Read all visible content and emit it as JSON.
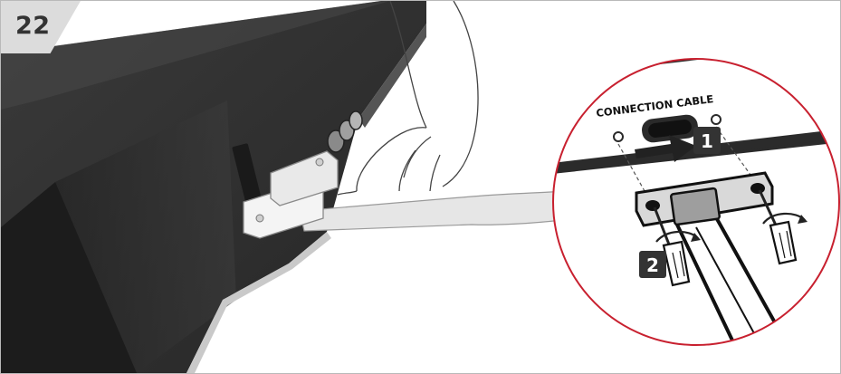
{
  "step": {
    "number": "22"
  },
  "detail": {
    "port_label": "CONNECTION CABLE",
    "callouts": [
      "1",
      "2"
    ]
  },
  "colors": {
    "accent_red": "#c8202f",
    "device_dark": "#2f2f2f",
    "badge_dark": "#333333",
    "step_tab_gray": "#dcdcdc"
  }
}
